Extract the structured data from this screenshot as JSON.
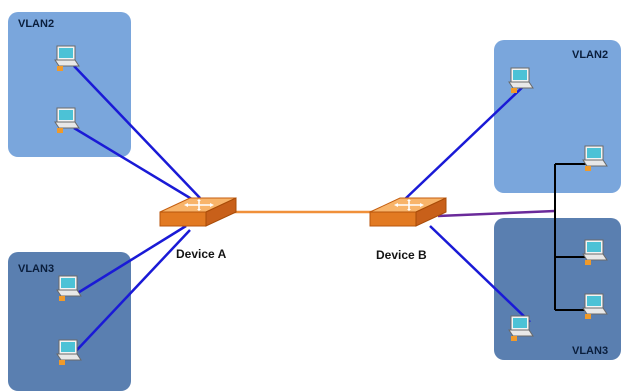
{
  "colors": {
    "vlan2_fill": "#7aa6dc",
    "vlan3_fill": "#5a7fb0",
    "link_blue": "#1a1ad6",
    "link_trunk": "#f0903a",
    "link_purple": "#6a2a9a",
    "link_black": "#000000",
    "switch_orange": "#f08a2a"
  },
  "regions": {
    "left_top": {
      "label": "VLAN2"
    },
    "left_bottom": {
      "label": "VLAN3"
    },
    "right_top": {
      "label": "VLAN2"
    },
    "right_bottom": {
      "label": "VLAN3"
    }
  },
  "devices": {
    "a": {
      "label": "Device A",
      "icon": "switch-icon"
    },
    "b": {
      "label": "Device B",
      "icon": "switch-icon"
    }
  },
  "hosts_icon": "computer-icon"
}
